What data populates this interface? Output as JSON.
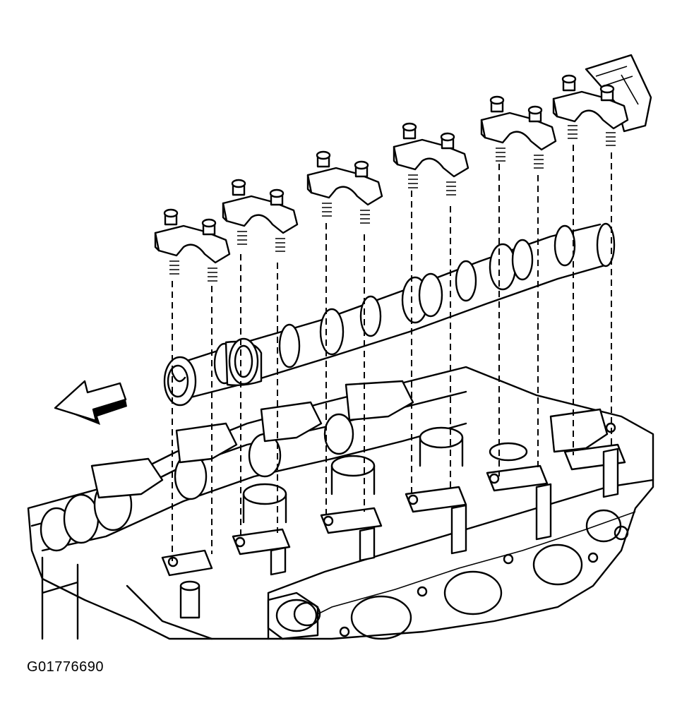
{
  "figure": {
    "id_label": "G01776690",
    "colors": {
      "line": "#000000",
      "background": "#ffffff"
    }
  },
  "parts": {
    "bearing_caps": 6,
    "arrow_direction": "left",
    "icon": "camshaft-exploded-view"
  }
}
